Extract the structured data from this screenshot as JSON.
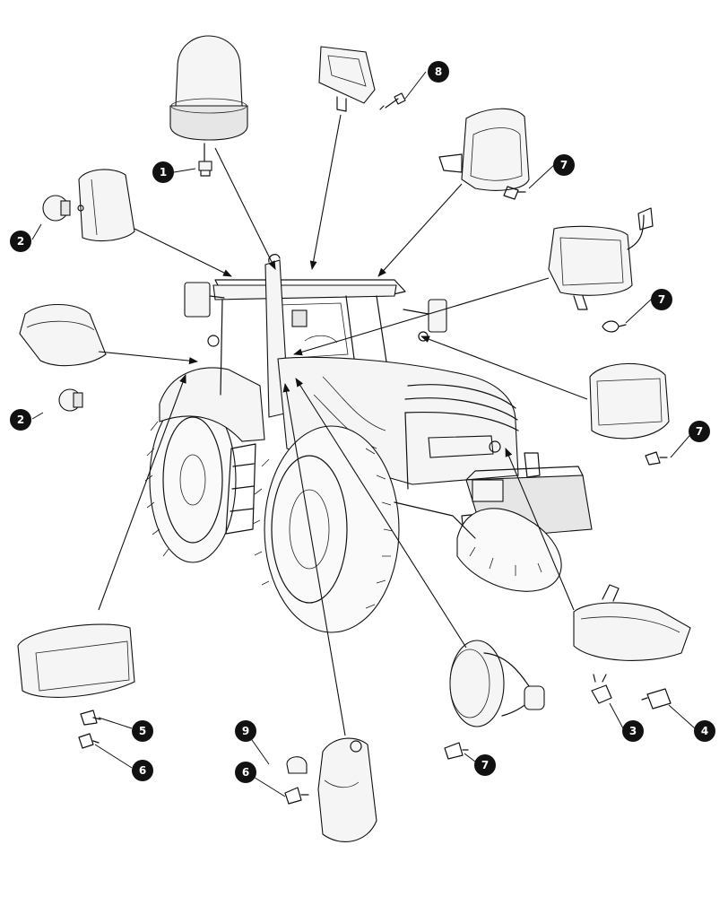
{
  "figure": {
    "callouts": [
      {
        "id": "callout-1",
        "label": "1"
      },
      {
        "id": "callout-2a",
        "label": "2"
      },
      {
        "id": "callout-2b",
        "label": "2"
      },
      {
        "id": "callout-3",
        "label": "3"
      },
      {
        "id": "callout-4",
        "label": "4"
      },
      {
        "id": "callout-5",
        "label": "5"
      },
      {
        "id": "callout-6a",
        "label": "6"
      },
      {
        "id": "callout-6b",
        "label": "6"
      },
      {
        "id": "callout-7a",
        "label": "7"
      },
      {
        "id": "callout-7b",
        "label": "7"
      },
      {
        "id": "callout-7c",
        "label": "7"
      },
      {
        "id": "callout-7d",
        "label": "7"
      },
      {
        "id": "callout-8",
        "label": "8"
      },
      {
        "id": "callout-9",
        "label": "9"
      }
    ],
    "colors": {
      "ink": "#111111",
      "background": "#ffffff",
      "shade": "#e6e6e6"
    }
  }
}
